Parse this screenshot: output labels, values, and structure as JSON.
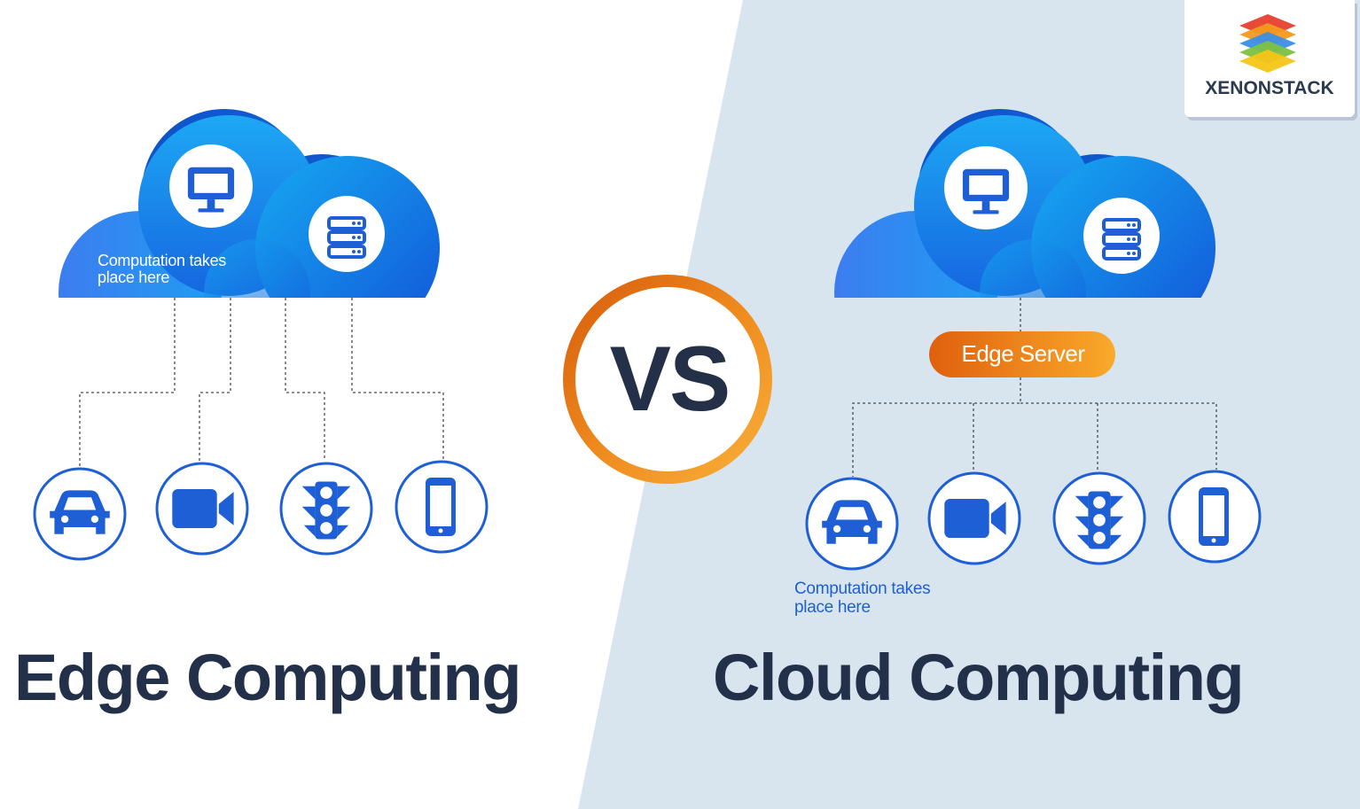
{
  "left": {
    "title": "Edge Computing",
    "note_line1": "Computation takes",
    "note_line2": "place here"
  },
  "right": {
    "title": "Cloud Computing",
    "edge_server_label": "Edge Server",
    "note_line1": "Computation takes",
    "note_line2": "place here"
  },
  "vs_label": "VS",
  "logo": {
    "name": "XENONSTACK"
  },
  "icons": [
    "monitor-icon",
    "server-icon",
    "car-icon",
    "video-camera-icon",
    "traffic-light-icon",
    "smartphone-icon"
  ],
  "colors": {
    "title_text": "#23304a",
    "cloud_blue": "#1a6fe0",
    "device_blue": "#1f5fd6",
    "right_background": "#d8e5ef",
    "edge_server_orange": "#f07a14",
    "vs_ring_orange": "#ee8a1e",
    "note_white": "#ffffff",
    "note_blue": "#1f5fd6"
  }
}
